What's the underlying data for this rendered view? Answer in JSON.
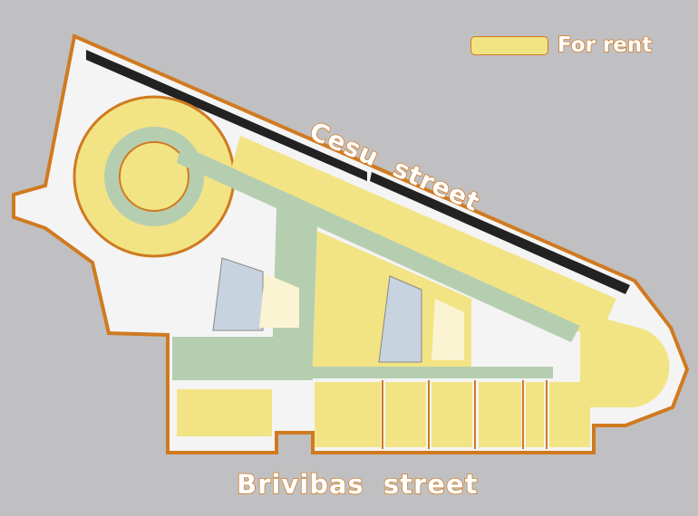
{
  "legend": {
    "label": "For rent"
  },
  "streets": {
    "top": "Cesu  street",
    "bottom": "Brivibas  street"
  },
  "colors": {
    "background": "#c0c0c2",
    "for_rent": "#f2e484",
    "outline": "#d07a20",
    "corridor": "#b6ceb0",
    "walls": "#ffffff",
    "atrium": "#c7d3de",
    "other": "#fbf4d2"
  }
}
